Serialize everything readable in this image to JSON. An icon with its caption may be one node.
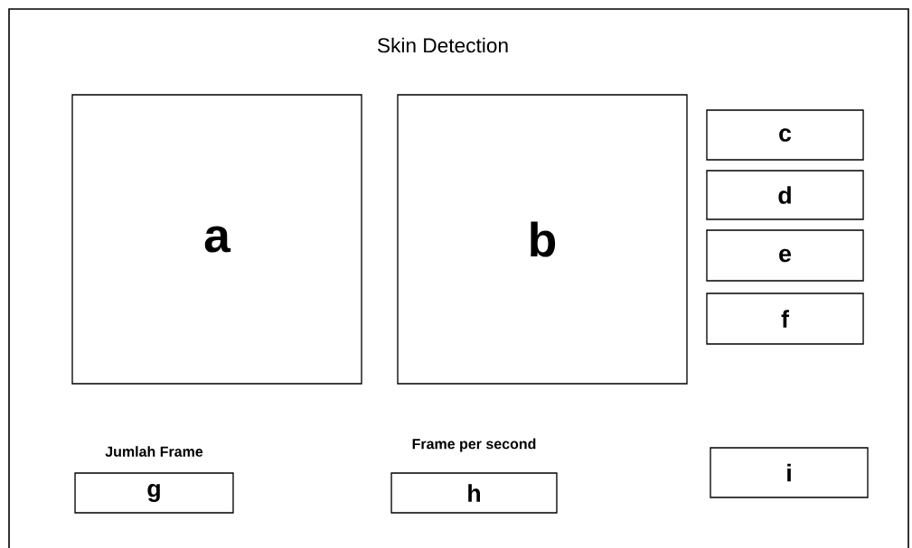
{
  "diagram": {
    "title": "Skin Detection",
    "nodes": [
      {
        "text": [
          "a"
        ]
      },
      {
        "text": [
          "b"
        ]
      },
      {
        "text": [
          "c"
        ]
      },
      {
        "text": [
          "d"
        ]
      },
      {
        "text": [
          "e"
        ]
      },
      {
        "text": [
          "f"
        ]
      },
      {
        "text": [
          "Jumlah Frame",
          "g"
        ]
      },
      {
        "text": [
          "Frame per second",
          "h"
        ]
      },
      {
        "text": [
          "i"
        ]
      }
    ]
  }
}
